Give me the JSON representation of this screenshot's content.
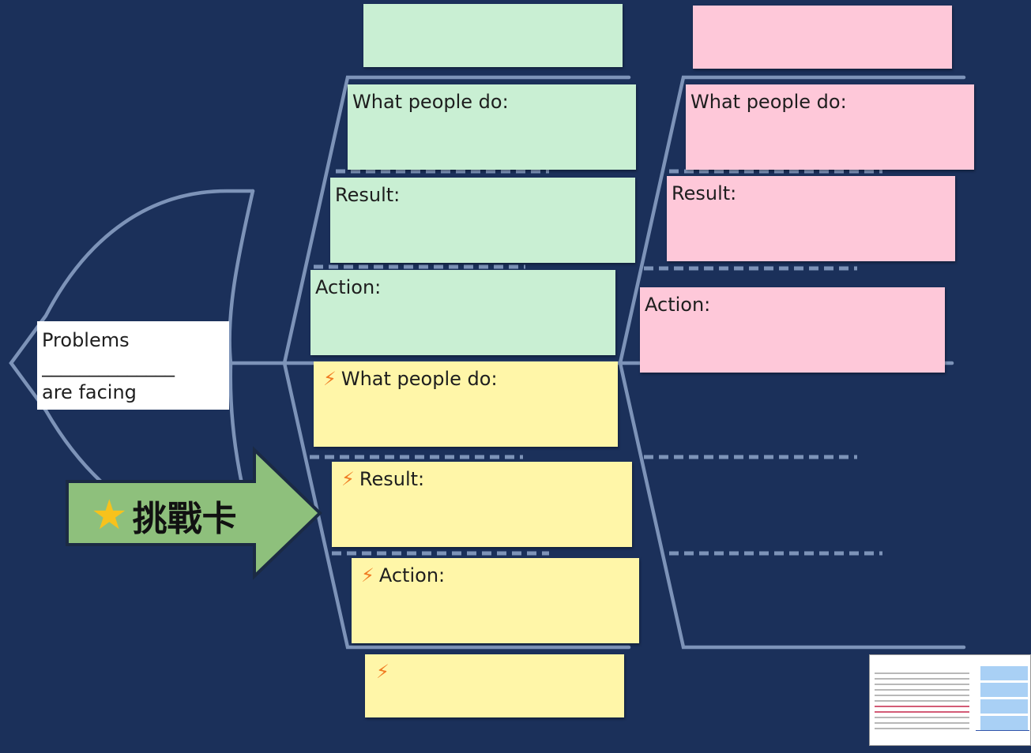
{
  "problem_box": {
    "line1": "Problems",
    "line2": "______________",
    "line3": "are facing"
  },
  "arrow": {
    "icon": "star-icon",
    "label": "挑戰卡",
    "fill_color": "#8ec07c"
  },
  "columns": {
    "left": {
      "header_note": "",
      "what_people_do": "What people do:",
      "result": "Result:",
      "action": "Action:",
      "color": "#c9efd3"
    },
    "right": {
      "header_note": "",
      "what_people_do": "What people do:",
      "result": "Result:",
      "action": "Action:",
      "color": "#fec8d9"
    },
    "lower": {
      "icon": "lightning-bolt-icon",
      "what_people_do": "What people do:",
      "result": "Result:",
      "action": "Action:",
      "color": "#fff6a8"
    }
  },
  "colors": {
    "background": "#1b305a",
    "bone_lines": "#7d93b8",
    "bolt": "#f07b22"
  }
}
